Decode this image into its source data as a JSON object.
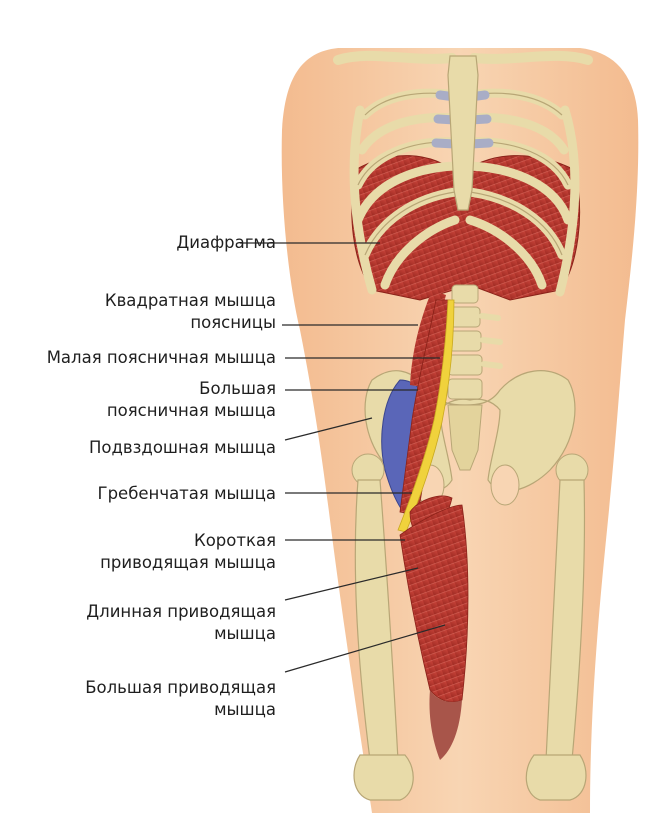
{
  "labels": {
    "diaphragm": [
      "Диафрагма"
    ],
    "quadratus_lumborum": [
      "Квадратная мышца",
      "поясницы"
    ],
    "psoas_minor": [
      "Малая поясничная мышца"
    ],
    "psoas_major": [
      "Большая",
      "поясничная мышца"
    ],
    "iliacus": [
      "Подвздошная мышца"
    ],
    "pectineus": [
      "Гребенчатая мышца"
    ],
    "adductor_brevis": [
      "Короткая",
      "приводящая мышца"
    ],
    "adductor_longus": [
      "Длинная приводящая",
      "мышца"
    ],
    "adductor_magnus": [
      "Большая приводящая",
      "мышца"
    ]
  },
  "colors": {
    "skin": "#f5c9a2",
    "bone": "#e8dba9",
    "cartilage": "#a9adc6",
    "muscle": "#b8392e",
    "iliacus": "#5a66b8",
    "tendon": "#f0d23c",
    "leader": "#2a2a2a"
  }
}
